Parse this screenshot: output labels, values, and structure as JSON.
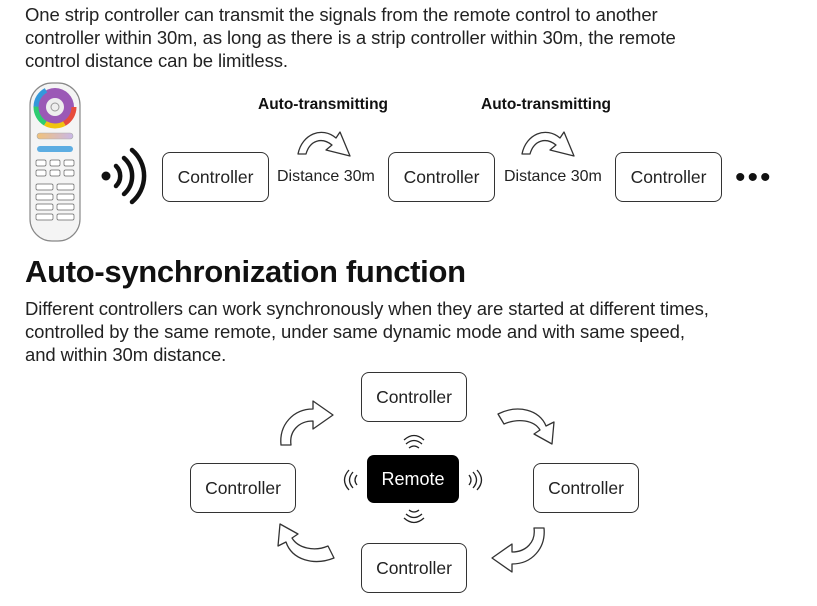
{
  "transmit": {
    "intro_text": "One strip controller can transmit the signals from the remote control to another\ncontroller within 30m, as long as there is a strip controller within 30m, the remote\ncontrol distance can be limitless.",
    "controllers": [
      "Controller",
      "Controller",
      "Controller"
    ],
    "distance_labels": [
      "Distance 30m",
      "Distance 30m"
    ],
    "auto_labels": [
      "Auto-transmitting",
      "Auto-transmitting"
    ],
    "more_indicator": "•••"
  },
  "sync": {
    "heading": "Auto-synchronization function",
    "text": "Different controllers can work synchronously when they are started at different times,\ncontrolled by the same remote, under same dynamic mode and with same speed,\nand within 30m distance.",
    "remote_label": "Remote",
    "controllers": {
      "top": "Controller",
      "left": "Controller",
      "right": "Controller",
      "bottom": "Controller"
    }
  }
}
